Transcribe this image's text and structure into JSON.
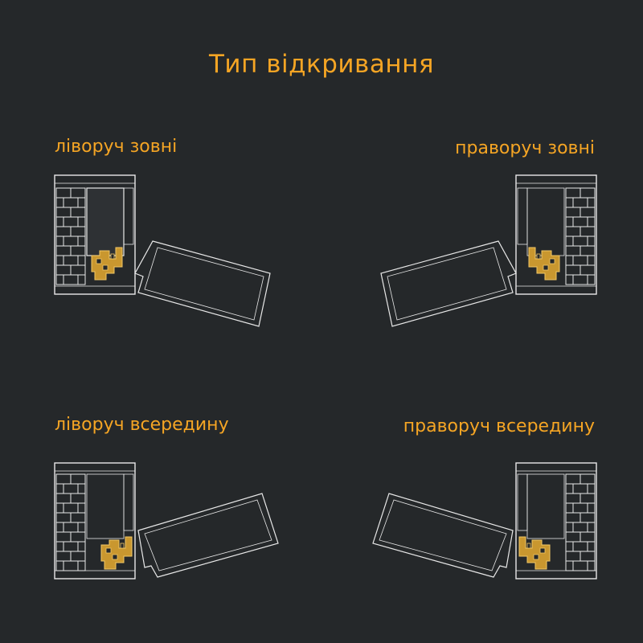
{
  "title": "Тип відкривання",
  "options": [
    {
      "id": "left-outward",
      "label": "ліворуч зовні"
    },
    {
      "id": "right-outward",
      "label": "праворуч зовні"
    },
    {
      "id": "left-inward",
      "label": "ліворуч всередину"
    },
    {
      "id": "right-inward",
      "label": "праворуч всередину"
    }
  ],
  "colors": {
    "background": "#25282a",
    "accent": "#f5a524",
    "lines": "#e8e8e8",
    "profile": "#c9972f"
  }
}
